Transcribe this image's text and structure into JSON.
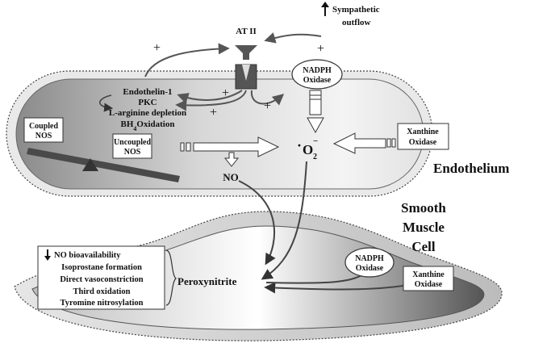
{
  "sympathetic": {
    "line1": "Sympathetic",
    "line2": "outflow"
  },
  "at2": "AT II",
  "nadph_top": {
    "line1": "NADPH",
    "line2": "Oxidase"
  },
  "nadph_bottom": {
    "line1": "NADPH",
    "line2": "Oxidase"
  },
  "xanthine_right": {
    "line1": "Xanthine",
    "line2": "Oxidase"
  },
  "xanthine_bottom": {
    "line1": "Xanthine",
    "line2": "Oxidase"
  },
  "mechanisms": {
    "line1": "Endothelin-1",
    "line2": "PKC",
    "line3": "L-arginine depletion",
    "line4_pre": "BH",
    "line4_sub": "4",
    "line4_post": "Oxidation"
  },
  "coupled_nos": {
    "line1": "Coupled",
    "line2": "NOS"
  },
  "uncoupled_nos": {
    "line1": "Uncoupled",
    "line2": "NOS"
  },
  "no": "NO",
  "superoxide": {
    "base": "O",
    "sub": "2",
    "sup": "−",
    "dot": "·"
  },
  "endothelium": "Endothelium",
  "smooth_muscle": {
    "line1": "Smooth",
    "line2": "Muscle",
    "line3": "Cell"
  },
  "peroxynitrite": "Peroxynitrite",
  "effects": [
    "NO bioavailability",
    "Isoprostane formation",
    "Direct vasoconstriction",
    "Third oxidation",
    "Tyromine nitrosylation"
  ],
  "plus_sign": "+"
}
